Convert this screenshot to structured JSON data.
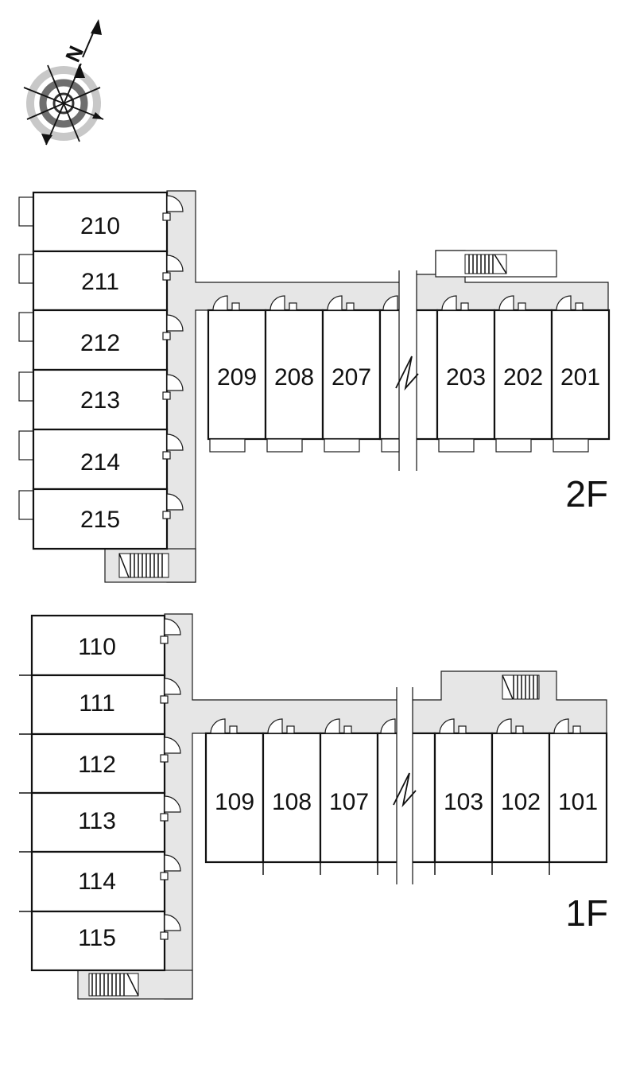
{
  "floors": {
    "second": {
      "label": "2F",
      "west_units": [
        "210",
        "211",
        "212",
        "213",
        "214",
        "215"
      ],
      "south_units": [
        "209",
        "208",
        "207",
        "203",
        "202",
        "201"
      ]
    },
    "first": {
      "label": "1F",
      "west_units": [
        "110",
        "111",
        "112",
        "113",
        "114",
        "115"
      ],
      "south_units": [
        "109",
        "108",
        "107",
        "103",
        "102",
        "101"
      ]
    }
  },
  "compass": {
    "label": "N",
    "icon": "north-arrow-compass-icon"
  },
  "colors": {
    "corridor": "#e6e6e6",
    "walls": "#111111",
    "background": "#ffffff"
  }
}
